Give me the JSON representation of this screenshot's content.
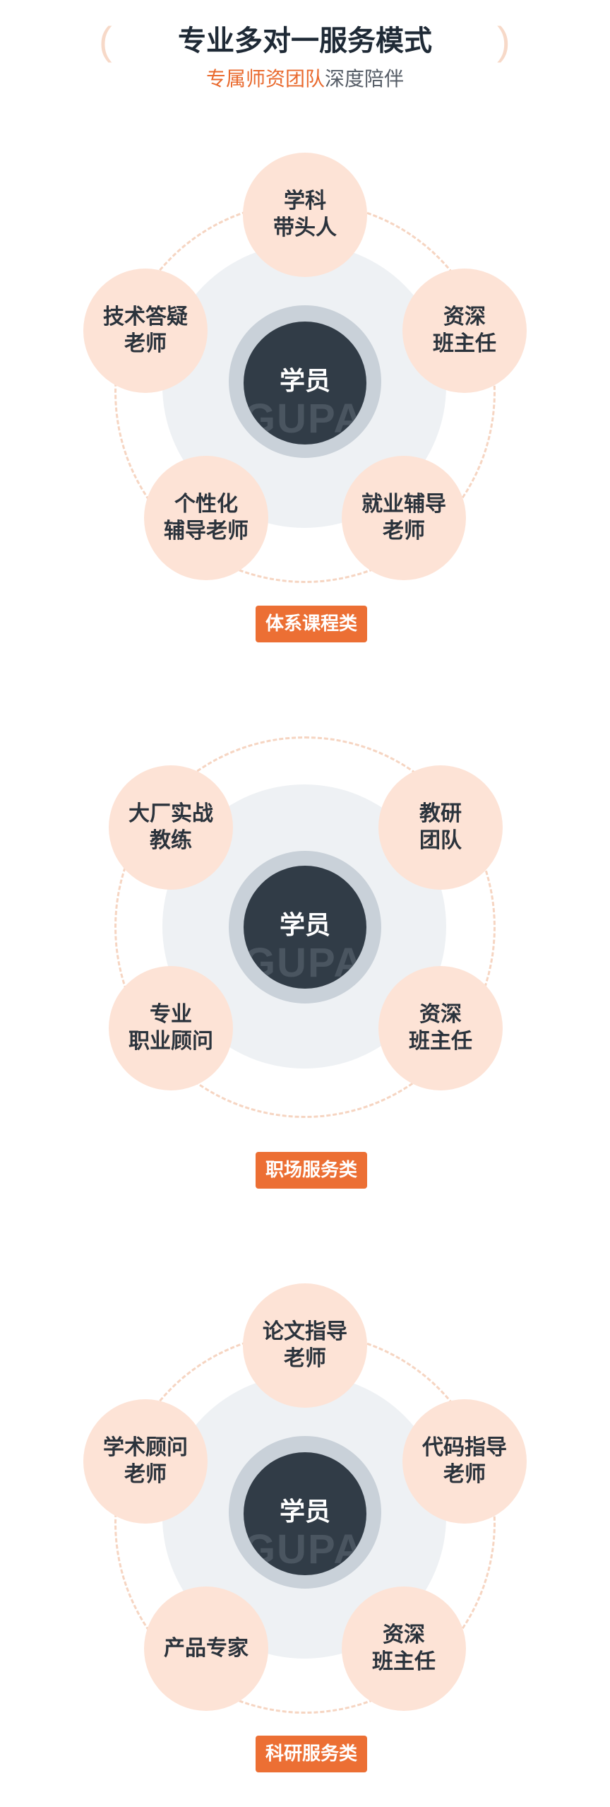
{
  "header": {
    "title": "专业多对一服务模式",
    "subtitle_accent": "专属师资团队",
    "subtitle_rest": "深度陪伴",
    "bracket_left": "(",
    "bracket_right": ")"
  },
  "center_label": "学员",
  "watermark": "GUPAO",
  "sections": [
    {
      "tag": "体系课程类",
      "nodes": [
        "学科\n带头人",
        "资深\n班主任",
        "就业辅导\n老师",
        "个性化\n辅导老师",
        "技术答疑\n老师"
      ]
    },
    {
      "tag": "职场服务类",
      "nodes": [
        "大厂实战\n教练",
        "教研\n团队",
        "资深\n班主任",
        "专业\n职业顾问"
      ]
    },
    {
      "tag": "科研服务类",
      "nodes": [
        "论文指导\n老师",
        "代码指导\n老师",
        "资深\n班主任",
        "产品专家",
        "学术顾问\n老师"
      ]
    }
  ],
  "colors": {
    "accent": "#ec6f34",
    "node_fill": "#fde3d6",
    "center_fill": "#313c47",
    "title": "#1f2a36"
  }
}
